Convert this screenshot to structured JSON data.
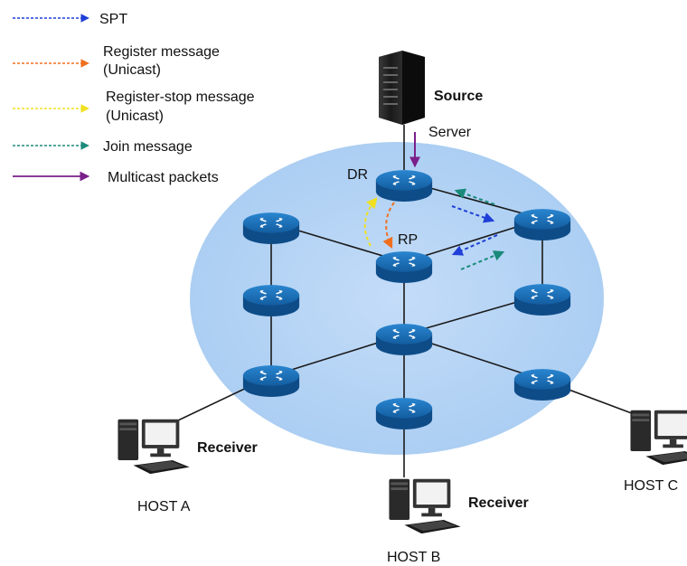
{
  "legend": {
    "spt": "SPT",
    "register_1": "Register message",
    "register_2": "(Unicast)",
    "register_stop_1": "Register-stop message",
    "register_stop_2": "(Unicast)",
    "join": "Join message",
    "multicast": "Multicast packets"
  },
  "labels": {
    "source": "Source",
    "server": "Server",
    "dr": "DR",
    "rp": "RP",
    "receiver_a": "Receiver",
    "receiver_b": "Receiver",
    "host_a": "HOST A",
    "host_b": "HOST B",
    "host_c": "HOST C"
  },
  "colors": {
    "spt": "#1f3fd8",
    "register": "#f07020",
    "register_stop": "#f0e020",
    "join": "#1a8a7a",
    "multicast": "#7a1f8a",
    "cloud": "#b3d4f5",
    "router": "#1464a8",
    "link": "#1a1a1a"
  },
  "icons": {
    "router": "router-icon",
    "server": "server-icon",
    "host": "desktop-computer-icon"
  }
}
